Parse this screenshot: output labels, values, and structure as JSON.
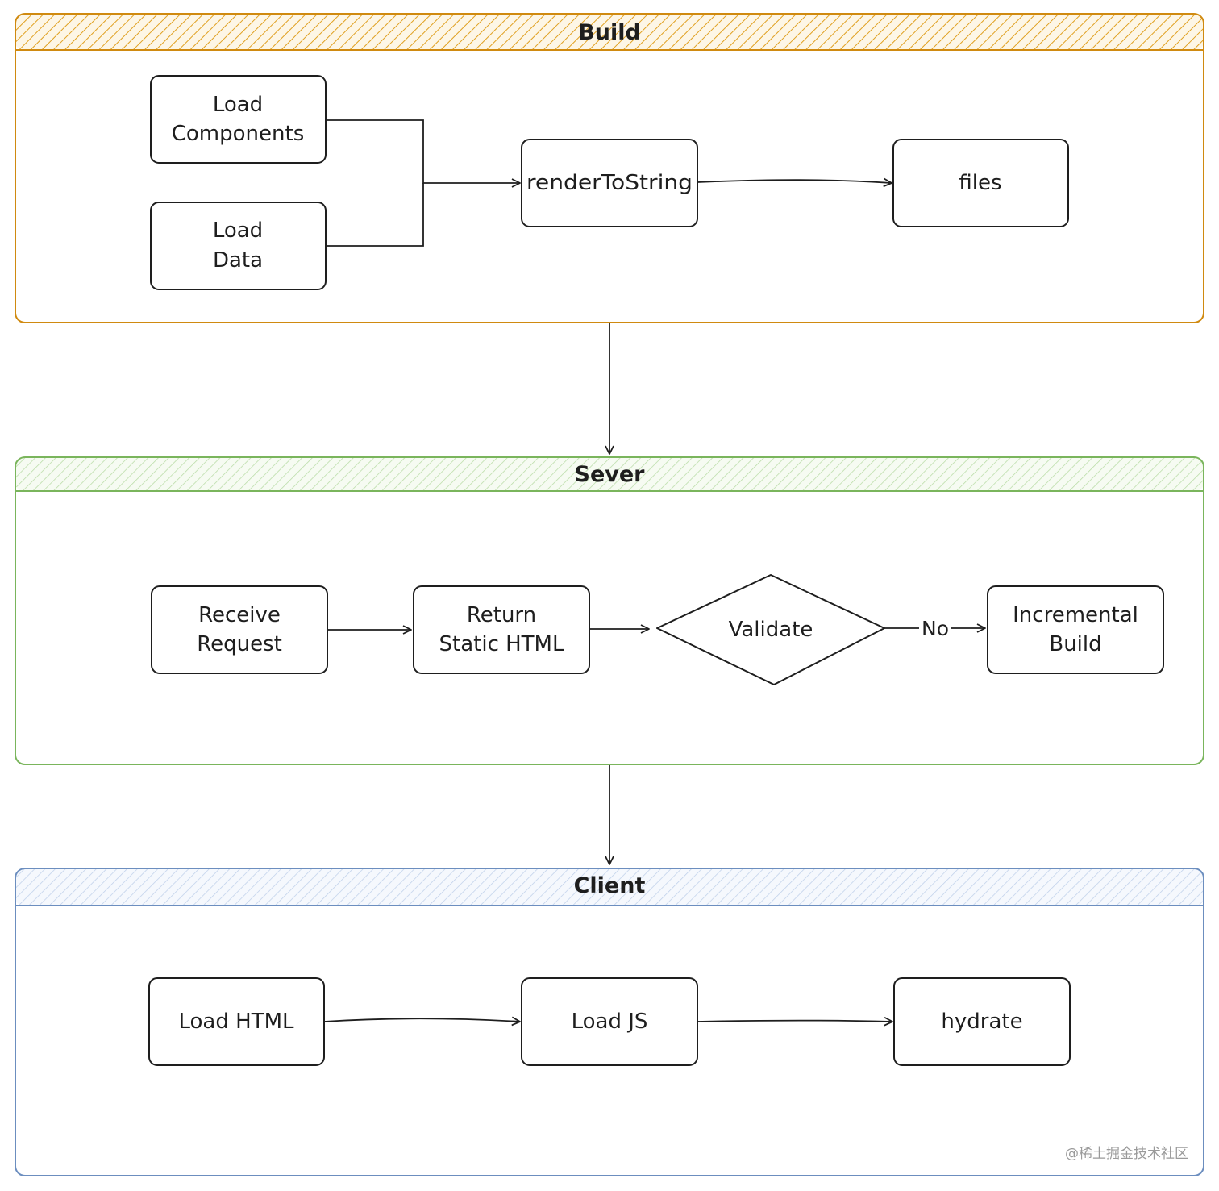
{
  "lanes": {
    "build": {
      "title": "Build",
      "color": "#d08a10"
    },
    "server": {
      "title": "Sever",
      "color": "#7ab55c"
    },
    "client": {
      "title": "Client",
      "color": "#6c8ebf"
    }
  },
  "nodes": {
    "load_components": {
      "line1": "Load",
      "line2": "Components"
    },
    "load_data": {
      "line1": "Load",
      "line2": "Data"
    },
    "render_to_string": {
      "label": "renderToString"
    },
    "files": {
      "label": "files"
    },
    "receive_request": {
      "line1": "Receive",
      "line2": "Request"
    },
    "return_static_html": {
      "line1": "Return",
      "line2": "Static HTML"
    },
    "validate": {
      "label": "Validate"
    },
    "incremental_build": {
      "line1": "Incremental",
      "line2": "Build"
    },
    "load_html": {
      "label": "Load HTML"
    },
    "load_js": {
      "label": "Load JS"
    },
    "hydrate": {
      "label": "hydrate"
    }
  },
  "edges": {
    "validate_no": {
      "label": "No"
    }
  },
  "watermark": "@稀土掘金技术社区"
}
